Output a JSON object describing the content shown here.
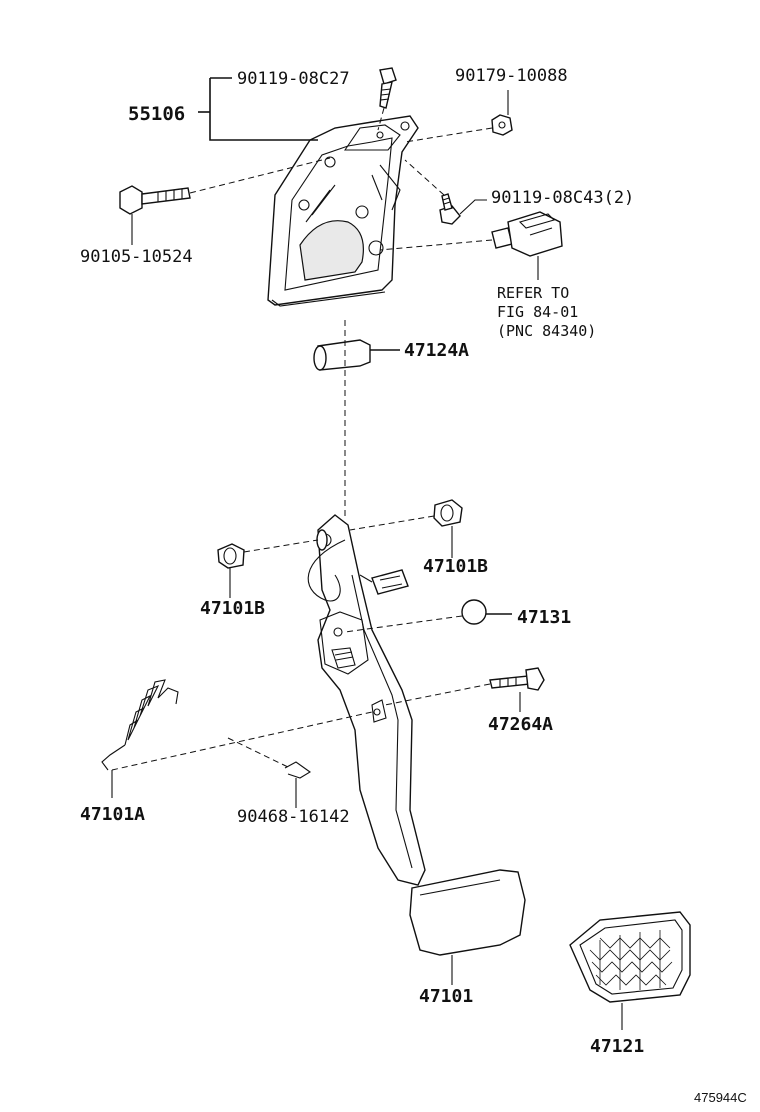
{
  "parts": {
    "p55106": "55106",
    "p90119_08C27": "90119-08C27",
    "p90179_10088": "90179-10088",
    "p90119_08C43": "90119-08C43(2)",
    "p90105_10524": "90105-10524",
    "refer_line1": "REFER TO",
    "refer_line2": "FIG 84-01",
    "refer_line3": "(PNC 84340)",
    "p47124A": "47124A",
    "p47101B_right": "47101B",
    "p47101B_left": "47101B",
    "p47131": "47131",
    "p47264A": "47264A",
    "p47101A": "47101A",
    "p90468_16142": "90468-16142",
    "p47101": "47101",
    "p47121": "47121"
  },
  "figure_id": "475944C"
}
